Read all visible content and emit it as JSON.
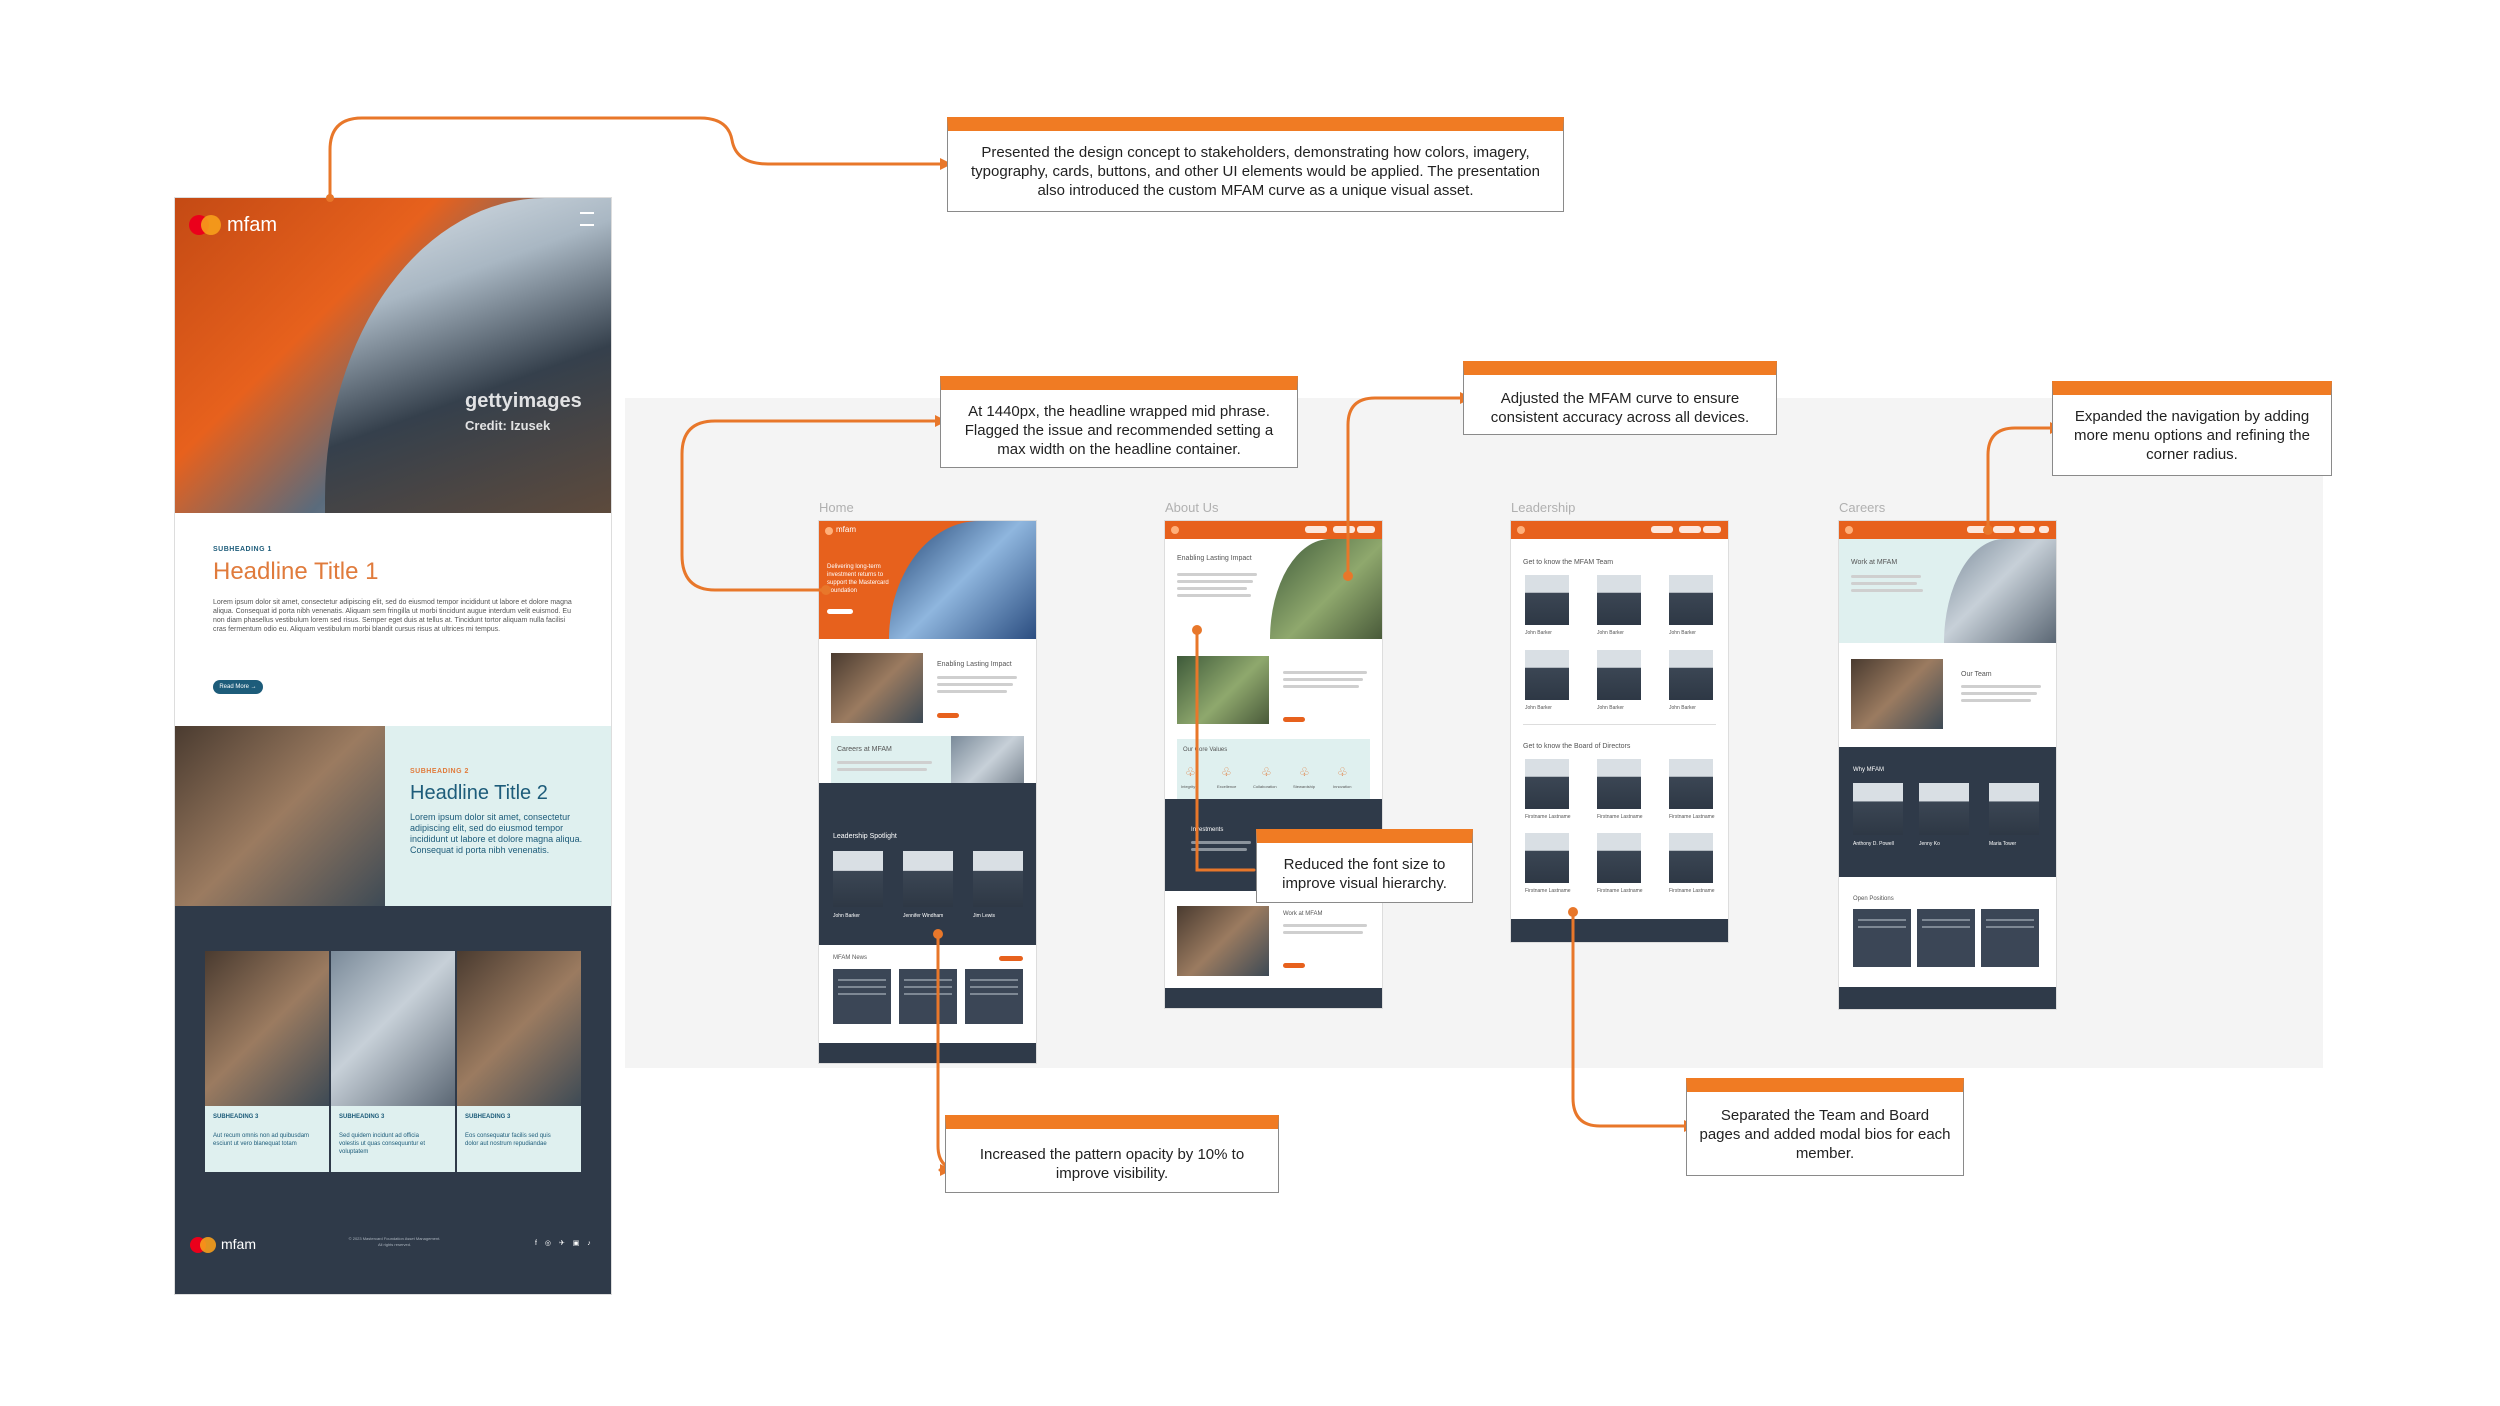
{
  "callouts": {
    "concept": "Presented the design concept to stakeholders, demonstrating how colors, imagery, typography, cards, buttons, and other UI elements would be applied. The presentation also introduced the custom MFAM curve as a unique visual asset.",
    "headline": "At 1440px, the headline wrapped mid phrase. Flagged the issue and recommended setting a max width on the headline container.",
    "curve": "Adjusted the MFAM curve to ensure consistent accuracy across all devices.",
    "navigation": "Expanded the navigation by adding more menu options and refining the corner radius.",
    "font_size": "Reduced the font size to improve visual hierarchy.",
    "pattern": "Increased the pattern opacity by 10% to improve visibility.",
    "team": "Separated the Team and Board pages and added modal bios for each member."
  },
  "concept_mock": {
    "logo": "mfam",
    "watermark_brand": "gettyimages",
    "watermark_credit": "Credit: Izusek",
    "section1": {
      "subheading": "SUBHEADING 1",
      "title": "Headline Title 1",
      "body": "Lorem ipsum dolor sit amet, consectetur adipiscing elit, sed do eiusmod tempor incididunt ut labore et dolore magna aliqua. Consequat id porta nibh venenatis. Aliquam sem fringilla ut morbi tincidunt augue interdum velit euismod. Eu non diam phasellus vestibulum lorem sed risus. Semper eget duis at tellus at. Tincidunt tortor aliquam nulla facilisi cras fermentum odio eu. Aliquam vestibulum morbi blandit cursus risus at ultrices mi tempus.",
      "button": "Read More →"
    },
    "section2": {
      "subheading": "SUBHEADING 2",
      "title": "Headline Title 2",
      "body": "Lorem ipsum dolor sit amet, consectetur adipiscing elit, sed do eiusmod tempor incididunt ut labore et dolore magna aliqua. Consequat id porta nibh venenatis."
    },
    "cards": [
      {
        "subheading": "SUBHEADING 3",
        "body": "Aut recum omnis non ad quibusdam esciunt ut vero blanequat totam"
      },
      {
        "subheading": "SUBHEADING 3",
        "body": "Sed quidem incidunt ad officia volestis ut quas consequuntur et voluptatem"
      },
      {
        "subheading": "SUBHEADING 3",
        "body": "Eos consequatur facilis sed quis dolor aut nostrum repudiandae"
      }
    ],
    "footer_logo": "mfam",
    "footer_copy": "© 2023 Mastercard Foundation Asset Management. All rights reserved."
  },
  "pages": {
    "home": {
      "label": "Home",
      "logo": "mfam",
      "hero_text": "Delivering long-term investment returns to support the Mastercard Foundation",
      "section1_title": "Enabling Lasting Impact",
      "section2_title": "Careers at MFAM",
      "section3_title": "Leadership Spotlight",
      "people": [
        "John Barker",
        "Jennifer Windham",
        "Jim Lewis"
      ],
      "news_title": "MFAM News"
    },
    "about": {
      "label": "About Us",
      "hero_title": "Enabling Lasting Impact",
      "values_title": "Our Core Values",
      "value_labels": [
        "Integrity",
        "Excellence",
        "Collaboration",
        "Stewardship",
        "Innovation"
      ],
      "section_label": "Investments",
      "work_title": "Work at MFAM"
    },
    "leadership": {
      "label": "Leadership",
      "team_title": "Get to know the MFAM Team",
      "board_title": "Get to know the Board of Directors",
      "team_names": [
        "John Barker",
        "John Barker",
        "John Barker",
        "John Barker",
        "John Barker",
        "John Barker"
      ],
      "board_names": [
        "Firstname Lastname",
        "Firstname Lastname",
        "Firstname Lastname",
        "Firstname Lastname",
        "Firstname Lastname",
        "Firstname Lastname"
      ]
    },
    "careers": {
      "label": "Careers",
      "hero_title": "Work at MFAM",
      "team_title": "Our Team",
      "why_title": "Why MFAM",
      "people": [
        "Anthony D. Powell",
        "Jenny Ko",
        "Maria Tower"
      ],
      "positions_title": "Open Positions"
    }
  },
  "colors": {
    "brand_orange": "#f07b23",
    "brand_dark": "#2f3a49",
    "teal": "#dff0ef",
    "headline_orange": "#e07b3c"
  }
}
